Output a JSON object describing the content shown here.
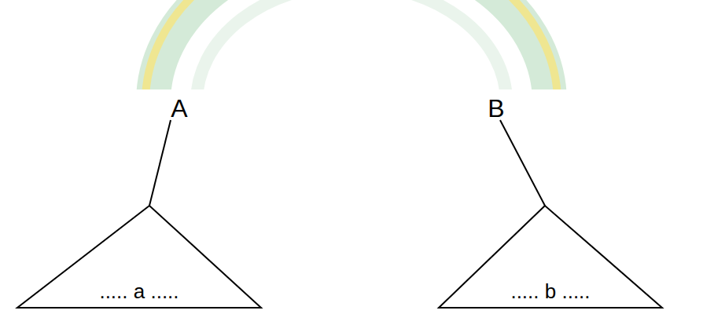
{
  "diagram": {
    "nodes": [
      {
        "text": [
          "..... a ....."
        ]
      },
      {
        "text": [
          "..... b ....."
        ]
      }
    ],
    "labels": [
      "A",
      "B"
    ]
  }
}
